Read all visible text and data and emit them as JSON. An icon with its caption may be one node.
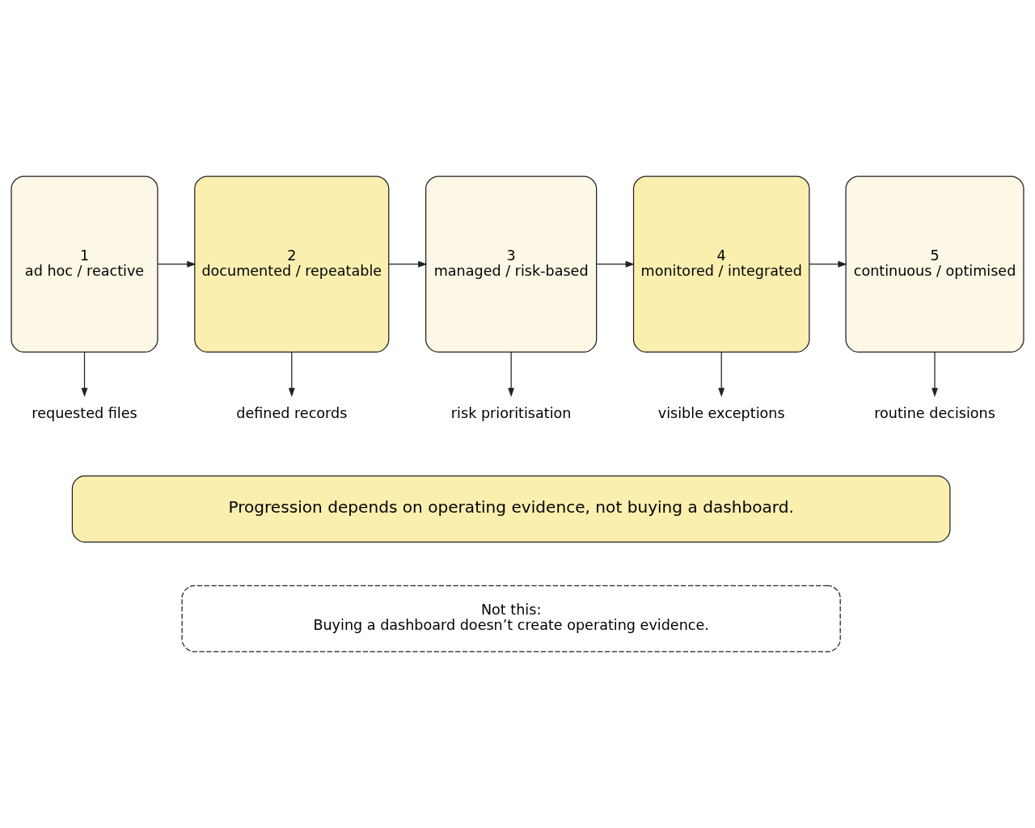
{
  "diagram": {
    "nodes": [
      {
        "text": [
          "1",
          "ad hoc / reactive"
        ]
      },
      {
        "text": [
          "2",
          "documented / repeatable"
        ]
      },
      {
        "text": [
          "3",
          "managed / risk-based"
        ]
      },
      {
        "text": [
          "4",
          "monitored / integrated"
        ]
      },
      {
        "text": [
          "5",
          "continuous / optimised"
        ]
      },
      {
        "text": [
          "requested files"
        ]
      },
      {
        "text": [
          "defined records"
        ]
      },
      {
        "text": [
          "risk prioritisation"
        ]
      },
      {
        "text": [
          "visible exceptions"
        ]
      },
      {
        "text": [
          "routine decisions"
        ]
      },
      {
        "text": [
          "Progression depends on operating evidence, not buying a dashboard."
        ]
      },
      {
        "text": [
          "Not this:",
          "Buying a dashboard doesn’t create operating evidence."
        ]
      }
    ],
    "edges": [
      {
        "from": 0,
        "to": 1,
        "arrow": "to"
      },
      {
        "from": 1,
        "to": 2,
        "arrow": "to"
      },
      {
        "from": 2,
        "to": 3,
        "arrow": "to"
      },
      {
        "from": 3,
        "to": 4,
        "arrow": "to"
      },
      {
        "from": 0,
        "to": 5,
        "arrow": "to"
      },
      {
        "from": 1,
        "to": 6,
        "arrow": "to"
      },
      {
        "from": 2,
        "to": 7,
        "arrow": "to"
      },
      {
        "from": 3,
        "to": 8,
        "arrow": "to"
      },
      {
        "from": 4,
        "to": 9,
        "arrow": "to"
      }
    ]
  }
}
